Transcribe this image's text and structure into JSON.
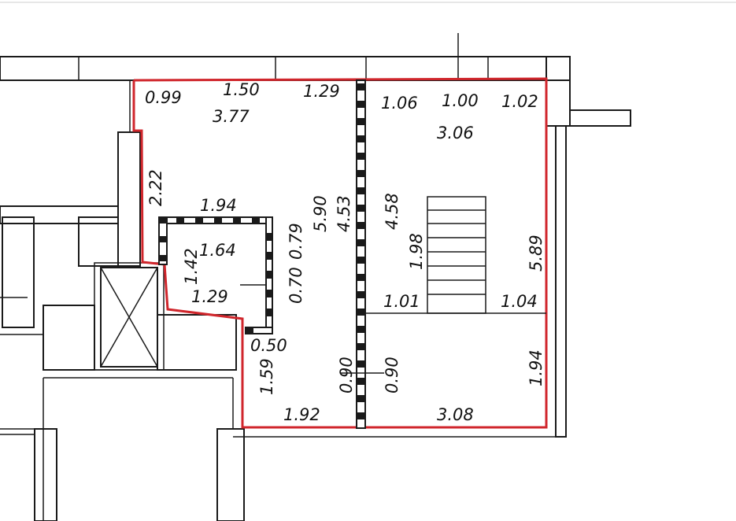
{
  "colors": {
    "outline": "#d0262c",
    "wall": "#1a1a1a",
    "background": "#ffffff",
    "text": "#111111"
  },
  "labels": {
    "top_left_099": "0.99",
    "top_150": "1.50",
    "top_129": "1.29",
    "room_left_377": "3.77",
    "top_right_106": "1.06",
    "top_right_100": "1.00",
    "top_right_102": "1.02",
    "room_right_306": "3.06",
    "left_wall_222": "2.22",
    "niche_194": "1.94",
    "niche_164": "1.64",
    "niche_142": "1.42",
    "niche_129": "1.29",
    "niche_070": "0.70",
    "niche_079": "0.79",
    "room_height_590": "5.90",
    "partition_453": "4.53",
    "partition_458": "4.58",
    "stair_198": "1.98",
    "stair_101": "1.01",
    "stair_104": "1.04",
    "right_wall_589": "5.89",
    "step_050": "0.50",
    "lower_159": "1.59",
    "door_090_left": "0.90",
    "door_090_right": "0.90",
    "lower_right_194": "1.94",
    "bottom_192": "1.92",
    "bottom_308": "3.08"
  }
}
